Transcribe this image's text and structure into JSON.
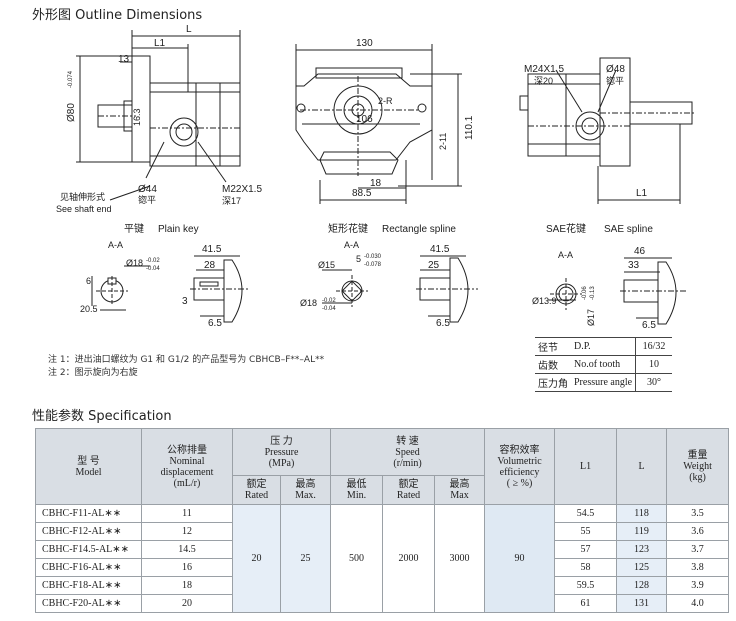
{
  "titles": {
    "outline": "外形图    Outline Dimensions",
    "spec": "性能参数    Specification"
  },
  "drawing_labels": {
    "L": "L",
    "L1": "L1",
    "d13": "13",
    "d80": "Ø80",
    "tol80": "-0.074",
    "d16_3": "16.3",
    "d44": "Ø44",
    "spotface1": "锪平",
    "m22": "M22X1.5",
    "depth17": "深17",
    "shaft_note_zh": "见轴伸形式",
    "shaft_note_en": "See shaft end",
    "d130": "130",
    "r2": "2-R",
    "d106": "106",
    "d110": "110.1",
    "d2_11": "2-11",
    "d88": "88.5",
    "d18": "18",
    "m24": "M24X1.5",
    "depth20": "深20",
    "d48": "Ø48",
    "spotface2": "锪平",
    "L1b": "L1"
  },
  "shafts": {
    "plain": {
      "title_zh": "平键",
      "title_en": "Plain key",
      "aa": "A-A",
      "d18": "Ø18",
      "tol_a": "-0.02",
      "tol_b": "-0.04",
      "d6": "6",
      "d20_5": "20.5",
      "d41_5": "41.5",
      "d28": "28",
      "d3": "3",
      "d6_5": "6.5"
    },
    "rect": {
      "title_zh": "矩形花键",
      "title_en": "Rectangle spline",
      "aa": "A-A",
      "d15": "Ø15",
      "d5": "5",
      "tol5a": "-0.030",
      "tol5b": "-0.078",
      "d18": "Ø18",
      "tol_a": "-0.02",
      "tol_b": "-0.04",
      "d41_5": "41.5",
      "d25": "25",
      "d6_5": "6.5"
    },
    "sae": {
      "title_zh": "SAE花键",
      "title_en": "SAE spline",
      "aa": "A-A",
      "d13_9": "Ø13.9",
      "d17": "Ø17",
      "tol_a": "-0.06",
      "tol_b": "-0.13",
      "d46": "46",
      "d33": "33",
      "d6_5": "6.5"
    }
  },
  "tooth_table": [
    {
      "zh": "径节",
      "en": "D.P.",
      "value": "16/32"
    },
    {
      "zh": "齿数",
      "en": "No.of tooth",
      "value": "10"
    },
    {
      "zh": "压力角",
      "en": "Pressure angle",
      "value": "30°"
    }
  ],
  "notes": [
    "注 1：进出油口螺纹为 G1 和 G1/2 的产品型号为 CBHCB–F**–AL**",
    "注 2：图示旋向为右旋"
  ],
  "spec": {
    "headers": {
      "model_zh": "型    号",
      "model_en": "Model",
      "disp_zh": "公称排量",
      "disp_en1": "Nominal",
      "disp_en2": "displacement",
      "disp_unit": "(mL/r)",
      "pressure_zh": "压    力",
      "pressure_en": "Pressure",
      "pressure_unit": "(MPa)",
      "speed_zh": "转    速",
      "speed_en": "Speed",
      "speed_unit": "(r/min)",
      "eff_zh": "容积效率",
      "eff_en1": "Volumetric",
      "eff_en2": "efficiency",
      "eff_unit": "( ≥ %)",
      "l1": "L1",
      "l": "L",
      "weight_zh": "重量",
      "weight_en": "Weight",
      "weight_unit": "(kg)",
      "rated_zh": "额定",
      "rated_en": "Rated",
      "max_zh": "最高",
      "max_en": "Max.",
      "min_zh": "最低",
      "min_en": "Min.",
      "srated_zh": "额定",
      "srated_en": "Rated",
      "smax_zh": "最高",
      "smax_en": "Max"
    },
    "shared": {
      "pressure_rated": "20",
      "pressure_max": "25",
      "speed_min": "500",
      "speed_rated": "2000",
      "speed_max": "3000",
      "efficiency": "90"
    },
    "rows": [
      {
        "model": "CBHC-F11-AL∗∗",
        "disp": "11",
        "l1": "54.5",
        "l": "118",
        "weight": "3.5"
      },
      {
        "model": "CBHC-F12-AL∗∗",
        "disp": "12",
        "l1": "55",
        "l": "119",
        "weight": "3.6"
      },
      {
        "model": "CBHC-F14.5-AL∗∗",
        "disp": "14.5",
        "l1": "57",
        "l": "123",
        "weight": "3.7"
      },
      {
        "model": "CBHC-F16-AL∗∗",
        "disp": "16",
        "l1": "58",
        "l": "125",
        "weight": "3.8"
      },
      {
        "model": "CBHC-F18-AL∗∗",
        "disp": "18",
        "l1": "59.5",
        "l": "128",
        "weight": "3.9"
      },
      {
        "model": "CBHC-F20-AL∗∗",
        "disp": "20",
        "l1": "61",
        "l": "131",
        "weight": "4.0"
      }
    ]
  }
}
